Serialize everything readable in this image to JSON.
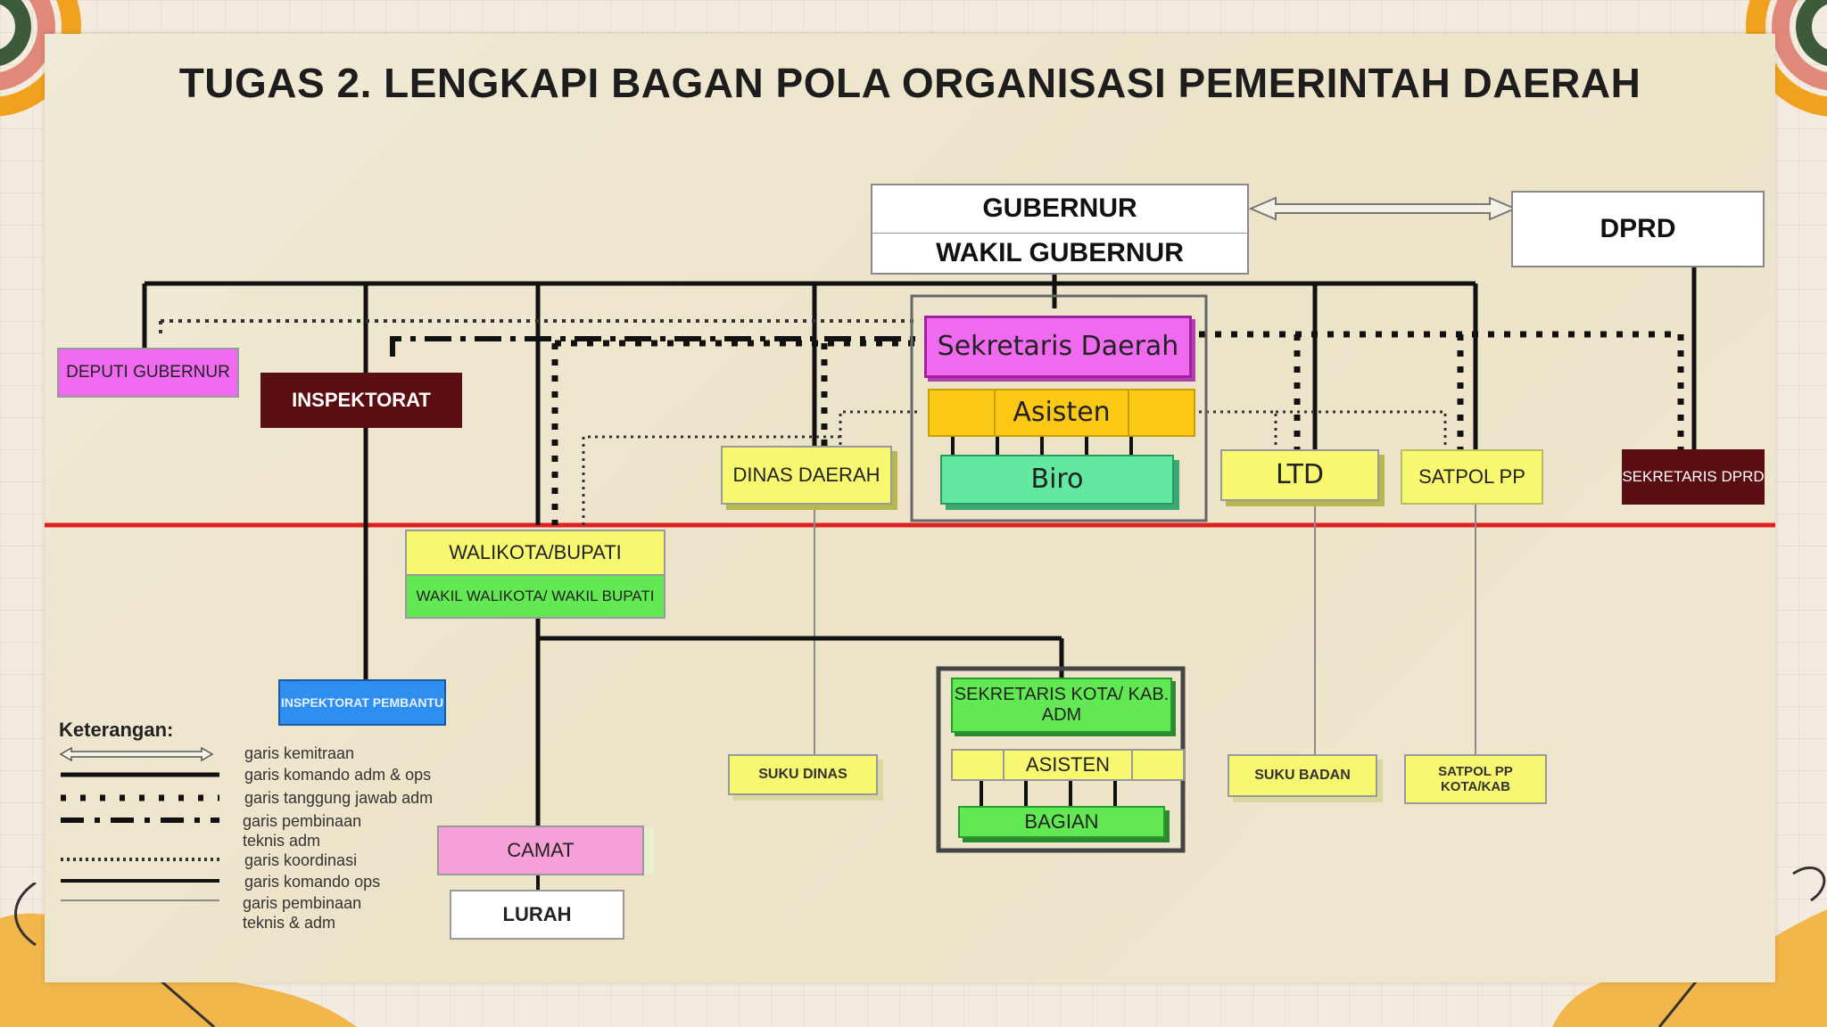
{
  "title": "TUGAS 2. LENGKAPI BAGAN POLA ORGANISASI PEMERINTAH DAERAH",
  "nodes": {
    "gubernur": "GUBERNUR",
    "wakil_gubernur": "WAKIL GUBERNUR",
    "dprd": "DPRD",
    "deputi_gubernur": "DEPUTI GUBERNUR",
    "inspektorat": "INSPEKTORAT",
    "sekretaris_daerah": "Sekretaris Daerah",
    "asisten": "Asisten",
    "biro": "Biro",
    "dinas_daerah": "DINAS DAERAH",
    "ltd": "LTD",
    "satpol_pp": "SATPOL PP",
    "sekretaris_dprd": "SEKRETARIS DPRD",
    "walikota_bupati": "WALIKOTA/BUPATI",
    "wakil_walikota_bupati": "WAKIL WALIKOTA/ WAKIL BUPATI",
    "inspektorat_pembantu": "INSPEKTORAT PEMBANTU",
    "suku_dinas": "SUKU DINAS",
    "sekretaris_kota": "SEKRETARIS KOTA/ KAB. ADM",
    "asisten_kota": "ASISTEN",
    "bagian": "BAGIAN",
    "suku_badan": "SUKU BADAN",
    "satpol_pp_kota": "SATPOL PP KOTA/KAB",
    "camat": "CAMAT",
    "lurah": "LURAH"
  },
  "legend": {
    "heading": "Keterangan:",
    "items": [
      "garis kemitraan",
      "garis komando adm & ops",
      "garis tanggung jawab adm",
      "garis pembinaan teknis adm",
      "garis koordinasi",
      "garis komando ops",
      "garis pembinaan teknis & adm"
    ]
  },
  "colors": {
    "magenta": "#f06af0",
    "yellow": "#f8f870",
    "green": "#62e852",
    "teal": "#62e8a0",
    "orange": "#fcc816",
    "maroon": "#5a0e12",
    "blue": "#2f8ff0",
    "pink": "#f7a0d8",
    "red_line": "#e02020"
  }
}
